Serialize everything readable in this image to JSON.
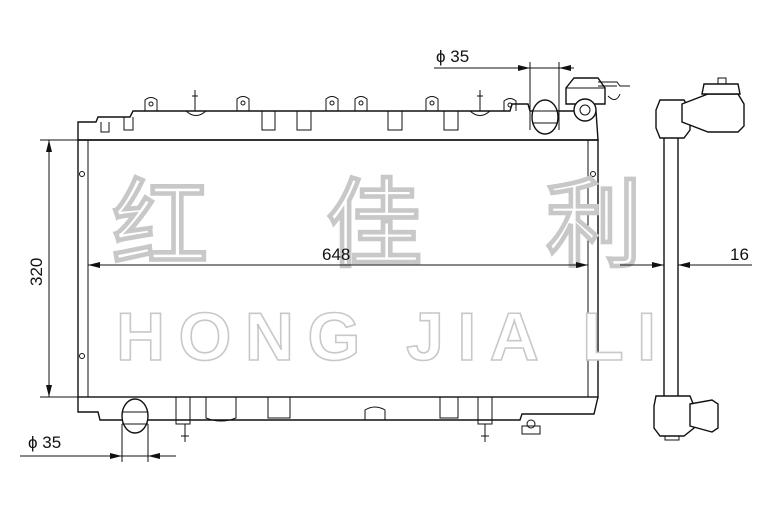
{
  "dimensions": {
    "top_inlet_diameter": "ϕ 35",
    "bottom_outlet_diameter": "ϕ 35",
    "core_height": "320",
    "core_width": "648",
    "core_thickness": "16"
  },
  "watermark": {
    "chinese": [
      "红",
      "佳",
      "利"
    ],
    "latin": "HONG JIA LI"
  },
  "colors": {
    "line": "#111111",
    "watermark_outline": "#c8c8c8",
    "background": "#ffffff"
  }
}
